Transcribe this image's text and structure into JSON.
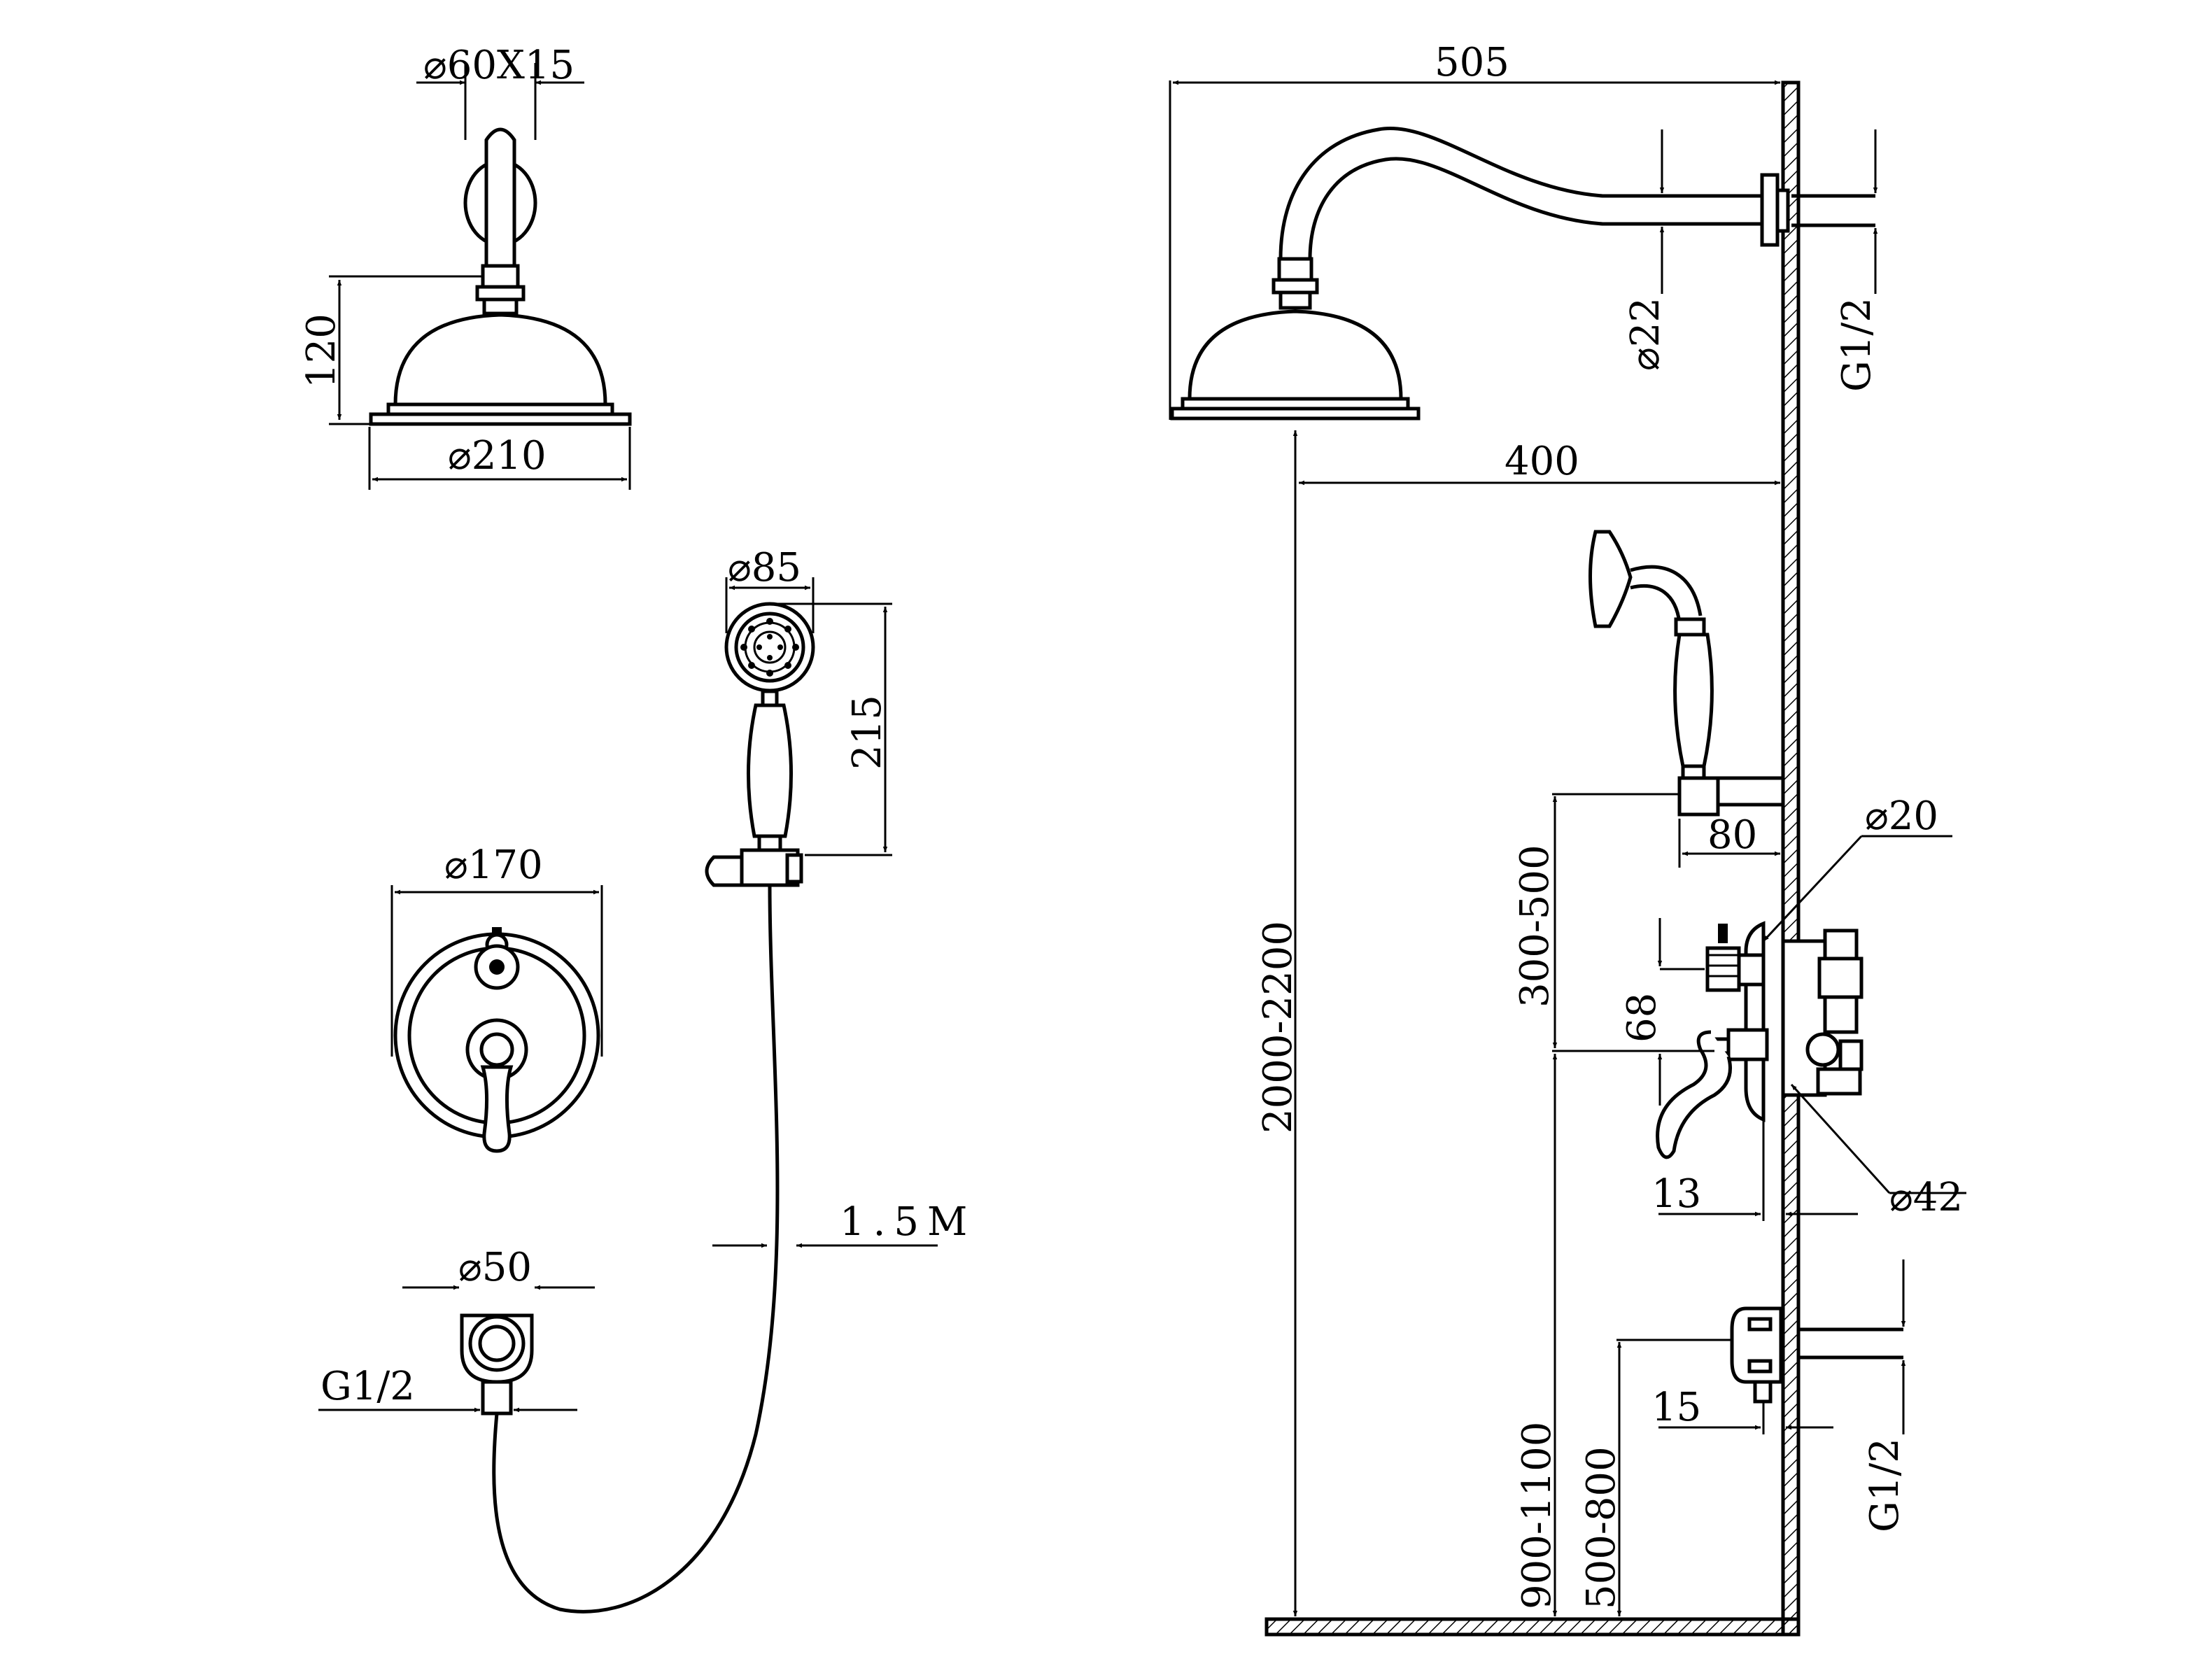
{
  "dimensions": {
    "overhead_diameter": "⌀60X15",
    "head_height": "120",
    "head_diameter": "⌀210",
    "hand_diameter": "⌀85",
    "hand_length": "215",
    "plate_diameter": "⌀170",
    "hose_length": "1.5M",
    "outlet_diameter": "⌀50",
    "outlet_thread": "G1/2",
    "arm_reach": "505",
    "arm_diameter": "⌀22",
    "inlet_thread_top": "G1/2",
    "head_offset": "400",
    "bracket_depth": "80",
    "knob_diameter": "⌀20",
    "bracket_height": "300-500",
    "valve_spacing": "68",
    "total_height": "2000-2200",
    "lever_offset": "13",
    "escutcheon_diameter": "⌀42",
    "valve_height": "900-1100",
    "outlet_height": "500-800",
    "outlet_offset": "15",
    "inlet_thread_bottom": "G1/2"
  }
}
